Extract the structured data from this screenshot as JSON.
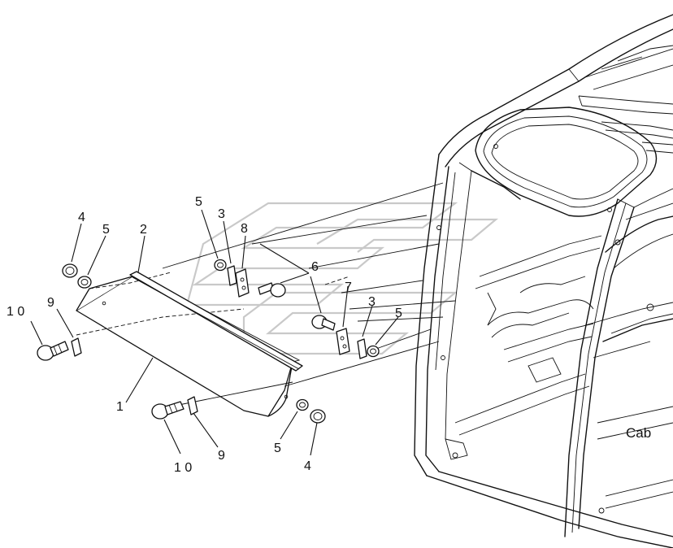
{
  "callouts": [
    {
      "id": "c4a",
      "text": "4"
    },
    {
      "id": "c5a",
      "text": "5"
    },
    {
      "id": "c2",
      "text": "2"
    },
    {
      "id": "c5b",
      "text": "5"
    },
    {
      "id": "c3a",
      "text": "3"
    },
    {
      "id": "c8",
      "text": "8"
    },
    {
      "id": "c6",
      "text": "6"
    },
    {
      "id": "c7",
      "text": "7"
    },
    {
      "id": "c3b",
      "text": "3"
    },
    {
      "id": "c5c",
      "text": "5"
    },
    {
      "id": "c10a",
      "text": "1 0"
    },
    {
      "id": "c9a",
      "text": "9"
    },
    {
      "id": "c1",
      "text": "1"
    },
    {
      "id": "c10b",
      "text": "1 0"
    },
    {
      "id": "c9b",
      "text": "9"
    },
    {
      "id": "c5d",
      "text": "5"
    },
    {
      "id": "c4b",
      "text": "4"
    }
  ],
  "cab_label": "Cab"
}
